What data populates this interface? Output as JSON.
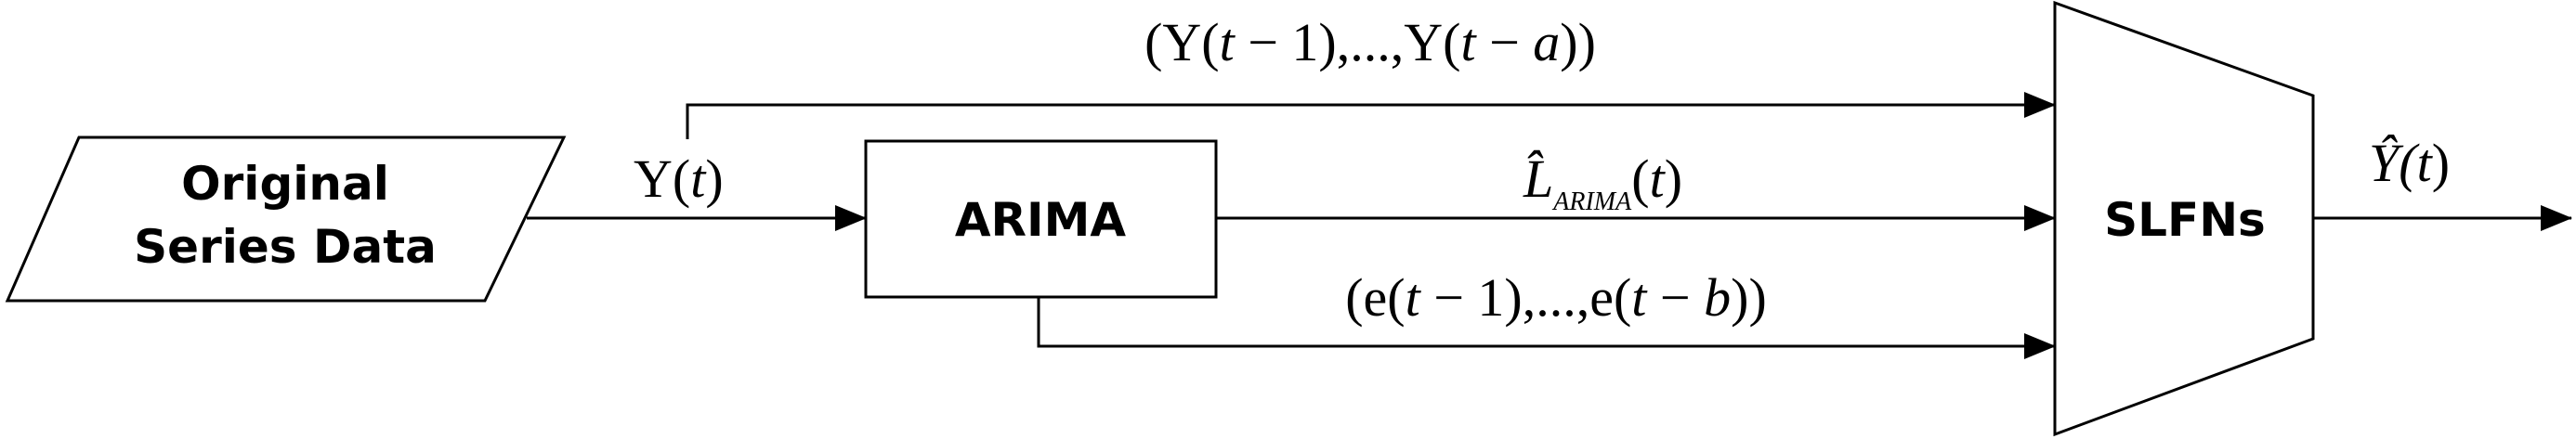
{
  "blocks": {
    "source_line1": "Original",
    "source_line2": "Series Data",
    "arima": "ARIMA",
    "slfn": "SLFNs"
  },
  "signals": {
    "input": {
      "prefix": "Y(",
      "var": "t",
      "suffix": ")"
    },
    "lags_y": {
      "prefix": "(Y(",
      "var1": "t",
      "mid": " − 1),...,Y(",
      "var2": "t",
      "minus": " − ",
      "var3": "a",
      "suffix": "))"
    },
    "arima_out": {
      "main": "L̂",
      "sub": "ARIMA",
      "open": "(",
      "var": "t",
      "close": ")"
    },
    "lags_e": {
      "prefix": "(e(",
      "var1": "t",
      "mid": " − 1),...,e(",
      "var2": "t",
      "minus": " − ",
      "var3": "b",
      "suffix": "))"
    },
    "output": {
      "prefix": "Ŷ(",
      "var": "t",
      "suffix": ")"
    }
  }
}
